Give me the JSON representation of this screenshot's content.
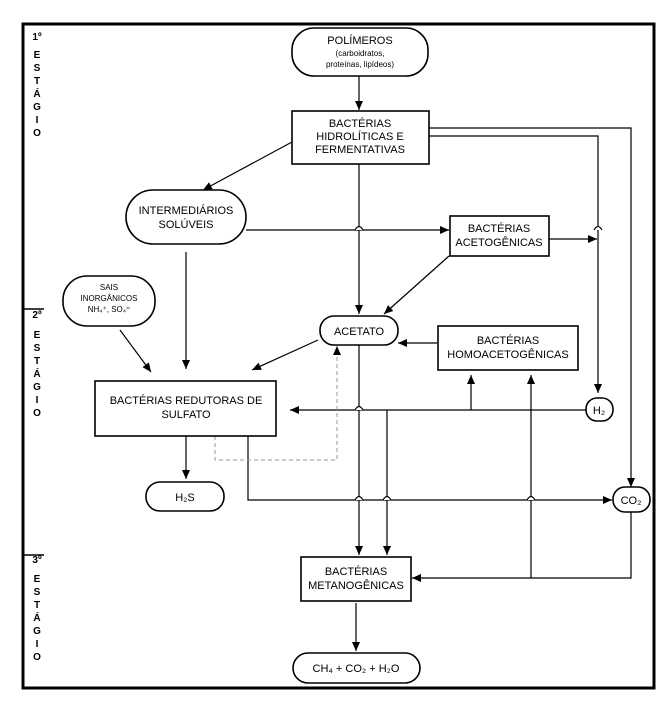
{
  "stages": [
    {
      "id": "s1",
      "number": "1º",
      "word": "ESTÁGIO"
    },
    {
      "id": "s2",
      "number": "2º",
      "word": "ESTÁGIO"
    },
    {
      "id": "s3",
      "number": "3º",
      "word": "ESTÁGIO"
    }
  ],
  "nodes": {
    "polimeros": {
      "lines": [
        "POLÍMEROS",
        "(carboidratos,",
        "proteínas, lipídeos)"
      ]
    },
    "hidroliticas": {
      "lines": [
        "BACTÉRIAS",
        "HIDROLÍTICAS E",
        "FERMENTATIVAS"
      ]
    },
    "intermediarios": {
      "lines": [
        "INTERMEDIÁRIOS",
        "SOLÚVEIS"
      ]
    },
    "acetogenicas": {
      "lines": [
        "BACTÉRIAS",
        "ACETOGÊNICAS"
      ]
    },
    "sais": {
      "lines": [
        "SAIS",
        "INORGÂNICOS",
        "NH₄⁺, SO₄⁼"
      ]
    },
    "acetato": {
      "lines": [
        "ACETATO"
      ]
    },
    "homoacetogenicas": {
      "lines": [
        "BACTÉRIAS",
        "HOMOACETOGÊNICAS"
      ]
    },
    "redutoras": {
      "lines": [
        "BACTÉRIAS REDUTORAS DE",
        "SULFATO"
      ]
    },
    "h2": {
      "lines": [
        "H₂"
      ]
    },
    "h2s": {
      "lines": [
        "H₂S"
      ]
    },
    "co2": {
      "lines": [
        "CO₂"
      ]
    },
    "metanogenicas": {
      "lines": [
        "BACTÉRIAS",
        "METANOGÊNICAS"
      ]
    },
    "produtos": {
      "lines": [
        "CH₄ + CO₂ + H₂O"
      ]
    }
  }
}
